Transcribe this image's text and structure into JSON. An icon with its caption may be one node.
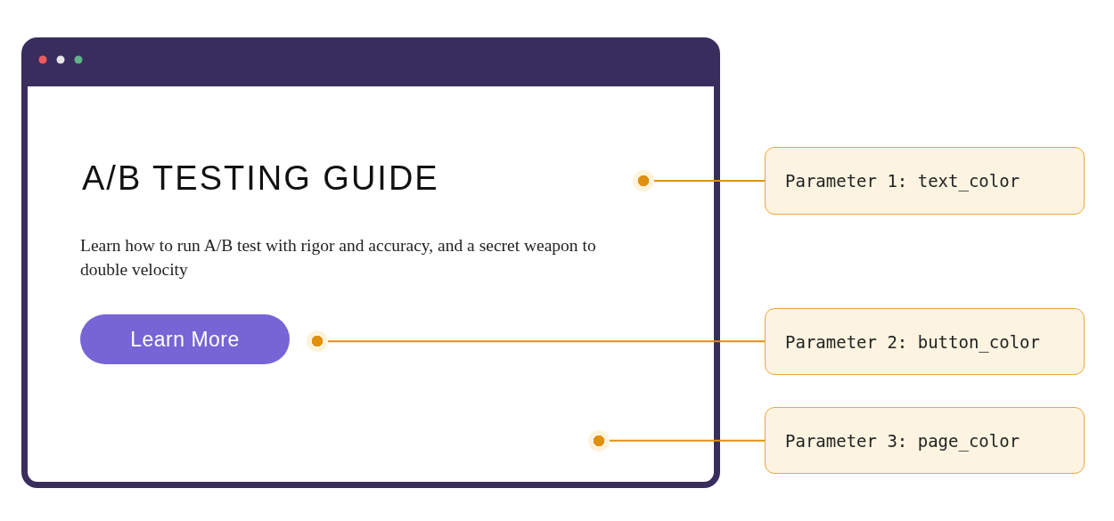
{
  "diagram": {
    "nodes": [
      {
        "text": [],
        "shape": "box"
      },
      {
        "text": [
          "Learn More"
        ],
        "in": 0
      },
      {
        "text": [],
        "shape": "circle",
        "in": 0
      },
      {
        "text": [],
        "shape": "circle",
        "in": 0
      },
      {
        "text": [],
        "shape": "circle",
        "in": 0
      },
      {
        "text": [
          "Parameter 1: text_color"
        ]
      },
      {
        "text": [
          "Parameter 2: button_color"
        ]
      },
      {
        "text": [
          "Parameter 3: page_color"
        ]
      }
    ],
    "edges": [
      {
        "from": 5,
        "to": 2,
        "arrow": "none"
      },
      {
        "from": 6,
        "to": 3,
        "arrow": "none"
      },
      {
        "from": 7,
        "to": 4,
        "arrow": "none"
      }
    ],
    "labels": [
      "A/B TESTING GUIDE",
      "Learn how to run A/B test with rigor and accuracy, and a secret weapon to double velocity"
    ]
  }
}
